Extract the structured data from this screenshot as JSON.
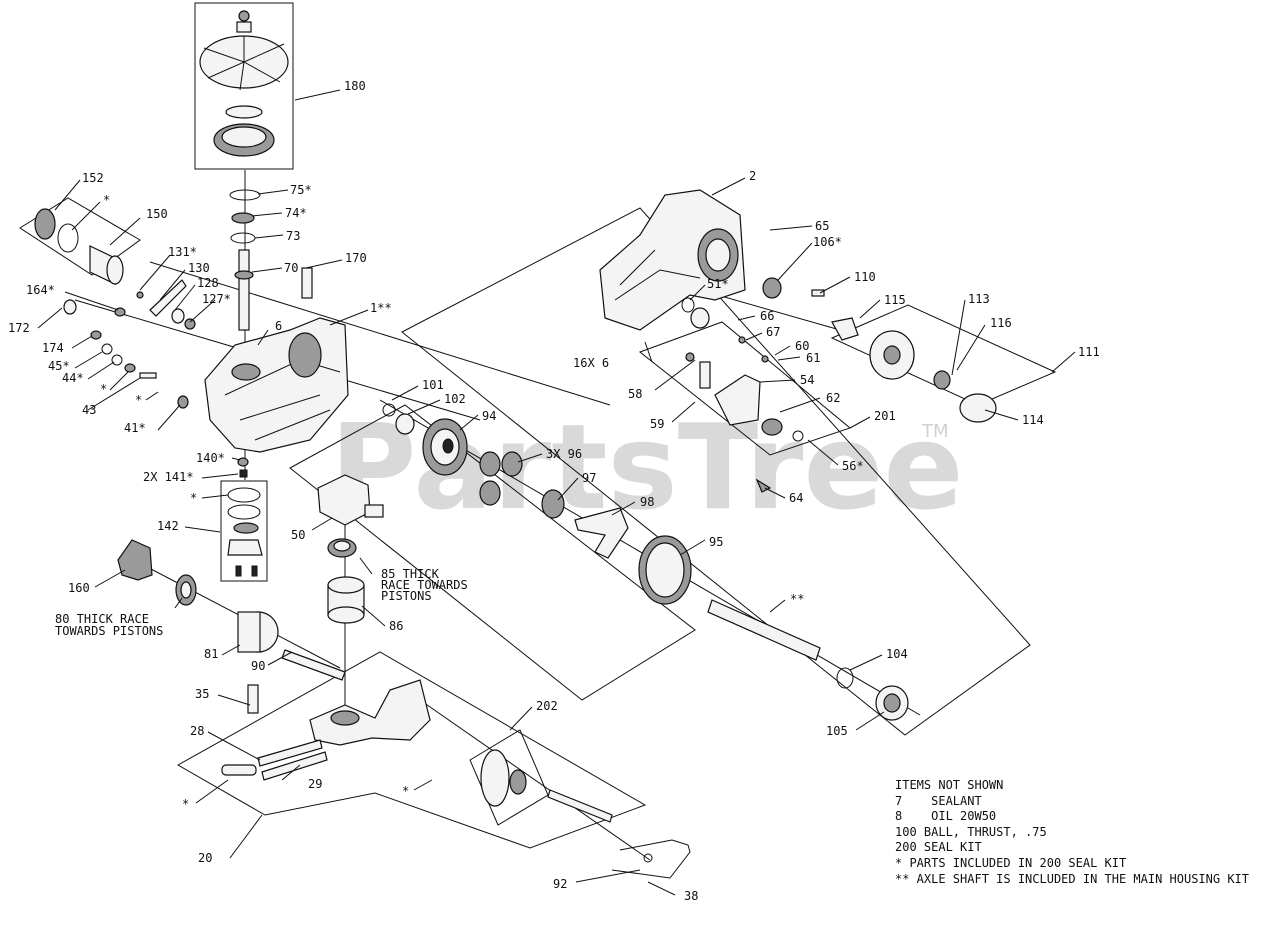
{
  "watermark": {
    "text": "PartsTree",
    "trademark": "TM"
  },
  "callouts": [
    {
      "id": "180",
      "text": "180"
    },
    {
      "id": "152",
      "text": "152"
    },
    {
      "id": "star-152",
      "text": "*"
    },
    {
      "id": "150",
      "text": "150"
    },
    {
      "id": "75",
      "text": "75*"
    },
    {
      "id": "74",
      "text": "74*"
    },
    {
      "id": "73",
      "text": "73"
    },
    {
      "id": "131",
      "text": "131*"
    },
    {
      "id": "130",
      "text": "130"
    },
    {
      "id": "70",
      "text": "70"
    },
    {
      "id": "170",
      "text": "170"
    },
    {
      "id": "128",
      "text": "128"
    },
    {
      "id": "164",
      "text": "164*"
    },
    {
      "id": "127",
      "text": "127*"
    },
    {
      "id": "1",
      "text": "1**"
    },
    {
      "id": "172",
      "text": "172"
    },
    {
      "id": "6",
      "text": "6"
    },
    {
      "id": "174",
      "text": "174"
    },
    {
      "id": "45",
      "text": "45*"
    },
    {
      "id": "44",
      "text": "44*"
    },
    {
      "id": "star-a",
      "text": "*"
    },
    {
      "id": "43",
      "text": "43"
    },
    {
      "id": "star-b",
      "text": "*"
    },
    {
      "id": "41",
      "text": "41*"
    },
    {
      "id": "140",
      "text": "140*"
    },
    {
      "id": "141",
      "text": "2X 141*"
    },
    {
      "id": "star-c",
      "text": "*"
    },
    {
      "id": "142",
      "text": "142"
    },
    {
      "id": "2",
      "text": "2"
    },
    {
      "id": "65",
      "text": "65"
    },
    {
      "id": "106",
      "text": "106*"
    },
    {
      "id": "110",
      "text": "110"
    },
    {
      "id": "51",
      "text": "51*"
    },
    {
      "id": "115",
      "text": "115"
    },
    {
      "id": "113",
      "text": "113"
    },
    {
      "id": "116",
      "text": "116"
    },
    {
      "id": "66",
      "text": "66"
    },
    {
      "id": "111",
      "text": "111"
    },
    {
      "id": "67",
      "text": "67"
    },
    {
      "id": "16x6",
      "text": "16X 6"
    },
    {
      "id": "60",
      "text": "60"
    },
    {
      "id": "61",
      "text": "61"
    },
    {
      "id": "58",
      "text": "58"
    },
    {
      "id": "54",
      "text": "54"
    },
    {
      "id": "59",
      "text": "59"
    },
    {
      "id": "62",
      "text": "62"
    },
    {
      "id": "114",
      "text": "114"
    },
    {
      "id": "201",
      "text": "201"
    },
    {
      "id": "101",
      "text": "101"
    },
    {
      "id": "102",
      "text": "102"
    },
    {
      "id": "94",
      "text": "94"
    },
    {
      "id": "3x96",
      "text": "3X 96"
    },
    {
      "id": "56",
      "text": "56*"
    },
    {
      "id": "97",
      "text": "97"
    },
    {
      "id": "64",
      "text": "64"
    },
    {
      "id": "98",
      "text": "98"
    },
    {
      "id": "50",
      "text": "50"
    },
    {
      "id": "95",
      "text": "95"
    },
    {
      "id": "85a",
      "text": "85 THICK"
    },
    {
      "id": "85b",
      "text": "RACE TOWARDS"
    },
    {
      "id": "85c",
      "text": "PISTONS"
    },
    {
      "id": "star-axle",
      "text": "**"
    },
    {
      "id": "160",
      "text": "160"
    },
    {
      "id": "80a",
      "text": "80 THICK RACE"
    },
    {
      "id": "80b",
      "text": "TOWARDS PISTONS"
    },
    {
      "id": "86",
      "text": "86"
    },
    {
      "id": "81",
      "text": "81"
    },
    {
      "id": "90",
      "text": "90"
    },
    {
      "id": "104",
      "text": "104"
    },
    {
      "id": "35",
      "text": "35"
    },
    {
      "id": "202",
      "text": "202"
    },
    {
      "id": "105",
      "text": "105"
    },
    {
      "id": "28",
      "text": "28"
    },
    {
      "id": "29",
      "text": "29"
    },
    {
      "id": "star-d",
      "text": "*"
    },
    {
      "id": "star-e",
      "text": "*"
    },
    {
      "id": "20",
      "text": "20"
    },
    {
      "id": "92",
      "text": "92"
    },
    {
      "id": "38",
      "text": "38"
    }
  ],
  "notes": [
    "ITEMS NOT SHOWN",
    "7    SEALANT",
    "8    OIL 20W50",
    "100 BALL, THRUST, .75",
    "200 SEAL KIT",
    "* PARTS INCLUDED IN 200 SEAL KIT",
    "** AXLE SHAFT IS INCLUDED IN THE MAIN HOUSING KIT"
  ]
}
